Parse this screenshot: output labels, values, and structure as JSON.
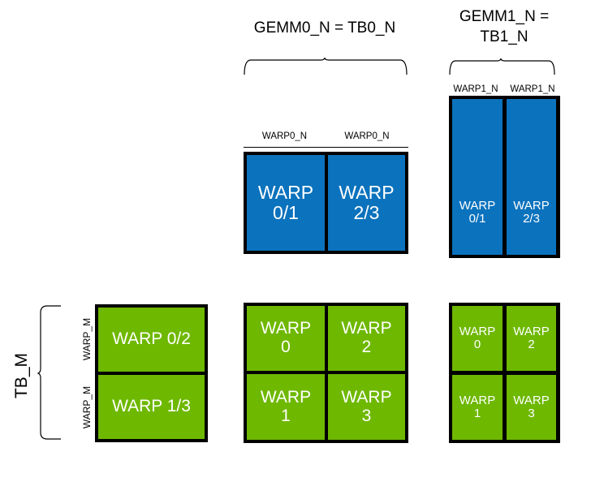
{
  "diagram": {
    "title_gemm0": "GEMM0_N = TB0_N",
    "title_gemm1": "GEMM1_N =\nTB1_N",
    "labels": {
      "warp0_n": "WARP0_N",
      "warp1_n": "WARP1_N",
      "warp_m": "WARP_M",
      "tb_m": "TB_M"
    },
    "colors": {
      "blue": "#0b72bd",
      "green": "#6eb800",
      "border": "#000000",
      "text_on_fill": "#ffffff",
      "background": "#ffffff"
    },
    "groups": [
      {
        "id": "gemm0-blue",
        "color": "blue",
        "top_labels": [
          "WARP0_N",
          "WARP0_N"
        ],
        "cells": [
          {
            "text": "WARP\n0/1"
          },
          {
            "text": "WARP\n2/3"
          }
        ]
      },
      {
        "id": "gemm1-blue",
        "color": "blue",
        "top_labels": [
          "WARP1_N",
          "WARP1_N"
        ],
        "cells": [
          {
            "text": "WARP\n0/1"
          },
          {
            "text": "WARP\n2/3"
          }
        ]
      },
      {
        "id": "tb-m-green",
        "color": "green",
        "side_labels": [
          "WARP_M",
          "WARP_M"
        ],
        "brace_label": "TB_M",
        "cells": [
          {
            "text": "WARP 0/2"
          },
          {
            "text": "WARP 1/3"
          }
        ]
      },
      {
        "id": "gemm0-green",
        "color": "green",
        "cells": [
          {
            "text": "WARP\n0"
          },
          {
            "text": "WARP\n2"
          },
          {
            "text": "WARP\n1"
          },
          {
            "text": "WARP\n3"
          }
        ]
      },
      {
        "id": "gemm1-green",
        "color": "green",
        "cells": [
          {
            "text": "WARP\n0"
          },
          {
            "text": "WARP\n2"
          },
          {
            "text": "WARP\n1"
          },
          {
            "text": "WARP\n3"
          }
        ]
      }
    ]
  }
}
